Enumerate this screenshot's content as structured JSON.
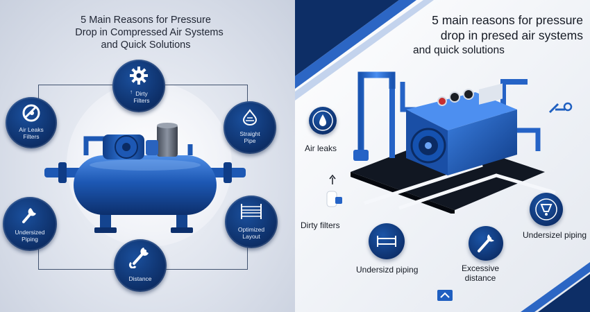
{
  "left_panel": {
    "title_lines": [
      "5 Main Reasons for Pressure",
      "Drop  in Compressed Air Systems",
      "and Quick Solutions"
    ],
    "nodes": {
      "dirty_filters": "Dirty\nFilters",
      "air_leaks": "Air Leaks\nFilters",
      "straight_pipe": "Straight\nPipe",
      "undersized_piping": "Undersized\nPiping",
      "optimized_layout": "Optimized\nLayout",
      "distance": "Distance"
    }
  },
  "right_panel": {
    "title_lines": [
      "5 main reasons for pressure",
      "drop in presed air systems",
      "and quick solutions"
    ],
    "labels": {
      "air_leaks": "Air leaks",
      "dirty_filters": "Dirty filters",
      "undersized_piping_bottom": "Undersizd piping",
      "excessive_distance": "Excessive\ndistance",
      "undersized_piping_right": "Undersizel piping"
    }
  },
  "colors": {
    "navy": "#0d2e66",
    "pipe_blue": "#2f6fd0",
    "accent": "#1f5fc0"
  }
}
